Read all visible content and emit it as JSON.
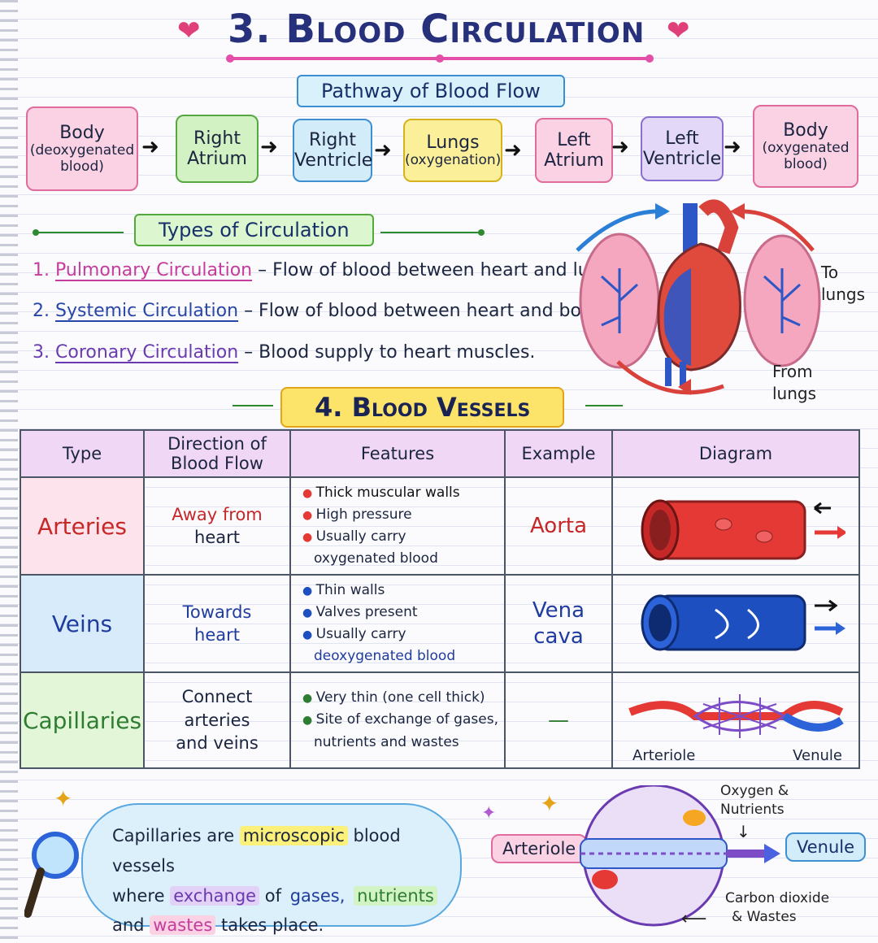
{
  "header": {
    "title": "3. Blood Circulation"
  },
  "pathway": {
    "banner": "Pathway of Blood Flow",
    "steps": [
      {
        "l1": "Body",
        "l2": "(deoxygenated",
        "l3": "blood)",
        "bg": "#fbd1e4",
        "bd": "#e06c9e"
      },
      {
        "l1": "Right",
        "l2": "Atrium",
        "l3": "",
        "bg": "#d3f2c4",
        "bd": "#57a642"
      },
      {
        "l1": "Right",
        "l2": "Ventricle",
        "l3": "",
        "bg": "#d3ecfa",
        "bd": "#3f8fd1"
      },
      {
        "l1": "Lungs",
        "l2": "(oxygenation)",
        "l3": "",
        "bg": "#fbef9a",
        "bd": "#d6b21e"
      },
      {
        "l1": "Left",
        "l2": "Atrium",
        "l3": "",
        "bg": "#fbd1e4",
        "bd": "#e06c9e"
      },
      {
        "l1": "Left",
        "l2": "Ventricle",
        "l3": "",
        "bg": "#e4d8f8",
        "bd": "#8a6fd0"
      },
      {
        "l1": "Body",
        "l2": "(oxygenated",
        "l3": "blood)",
        "bg": "#fbd1e4",
        "bd": "#e06c9e"
      }
    ]
  },
  "types": {
    "banner": "Types of Circulation",
    "items": [
      {
        "num": "1.",
        "name": "Pulmonary Circulation",
        "desc": "– Flow of blood between heart and lungs.",
        "color": "#c43c9c"
      },
      {
        "num": "2.",
        "name": "Systemic Circulation",
        "desc": "– Flow of blood between heart and body",
        "color": "#2846a8"
      },
      {
        "num": "3.",
        "name": "Coronary Circulation",
        "desc": "– Blood supply to heart muscles.",
        "color": "#6a3ab0"
      }
    ]
  },
  "heart_diagram": {
    "to_lungs": "To lungs",
    "from_lungs": "From lungs"
  },
  "vessels": {
    "banner": "4. Blood Vessels",
    "headers": [
      "Type",
      "Direction of Blood Flow",
      "Features",
      "Example",
      "Diagram"
    ],
    "rows": [
      {
        "type": "Arteries",
        "dir1": "Away from",
        "dir2": "heart",
        "features": [
          "Thick muscular walls",
          "High pressure",
          "Usually carry",
          "oxygenated blood"
        ],
        "example1": "Aorta",
        "example2": "",
        "color": "#c62828",
        "bg": "#fde3ec",
        "bullet": "#e53935"
      },
      {
        "type": "Veins",
        "dir1": "Towards",
        "dir2": "heart",
        "features": [
          "Thin walls",
          "Valves present",
          "Usually carry",
          "deoxygenated blood"
        ],
        "example1": "Vena",
        "example2": "cava",
        "color": "#1f3c9e",
        "bg": "#d8ebfa",
        "bullet": "#1e4fc0"
      },
      {
        "type": "Capillaries",
        "dir1": "Connect",
        "dir2": "arteries",
        "dir3": "and veins",
        "features": [
          "Very thin (one cell thick)",
          "Site of exchange of gases,",
          "nutrients and wastes"
        ],
        "example1": "—",
        "example2": "",
        "color": "#2e7d32",
        "bg": "#e3f6d8",
        "bullet": "#2e7d32"
      }
    ],
    "cap_labels": {
      "left": "Arteriole",
      "right": "Venule"
    }
  },
  "callout": {
    "parts": [
      "Capillaries are",
      "microscopic",
      "blood vessels",
      "where",
      "exchange",
      "of",
      "gases,",
      "nutrients",
      "and",
      "wastes",
      "takes place."
    ]
  },
  "exchange": {
    "arteriole": "Arteriole",
    "venule": "Venule",
    "oxygen": "Oxygen &",
    "nutrients": "Nutrients",
    "co2": "Carbon dioxide",
    "wastes": "& Wastes"
  },
  "colors": {
    "title": "#27307a",
    "pink": "#e24ea8",
    "green": "#2e8a2e",
    "yellow": "#fce36a"
  }
}
